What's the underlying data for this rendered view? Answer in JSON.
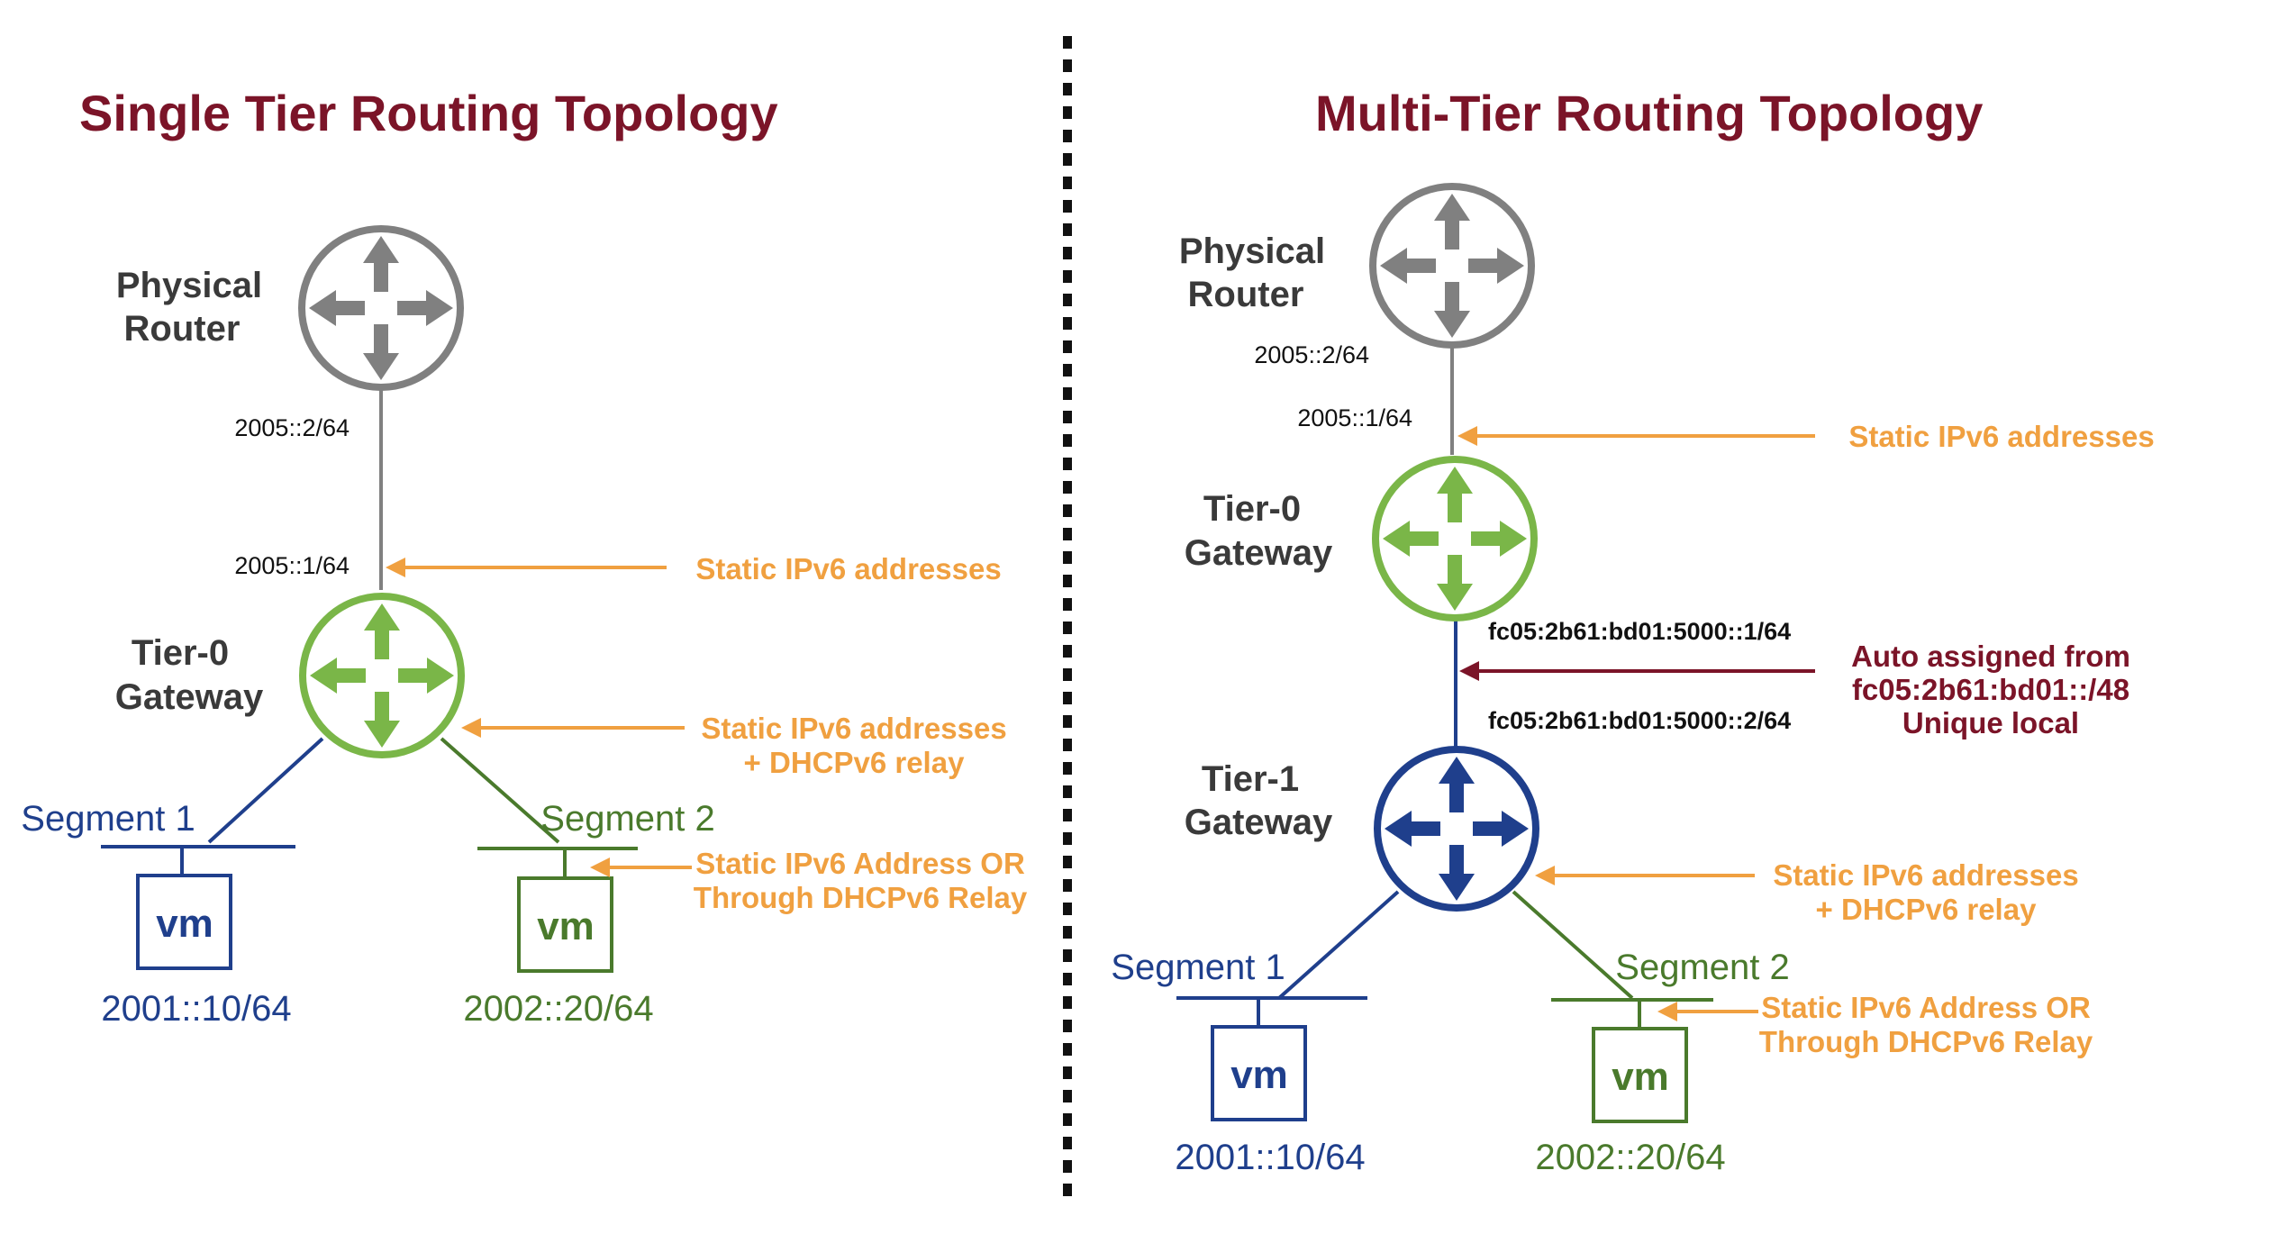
{
  "colors": {
    "title": "#7b1428",
    "gray": "#808080",
    "green": "#7ab648",
    "dark_green": "#4a7a2c",
    "blue": "#1f3f8c",
    "orange": "#f0a040",
    "maroon": "#7b1428"
  },
  "icons": {
    "router": "router-arrows-icon",
    "vm": "vm-box-icon"
  },
  "single": {
    "title": "Single Tier Routing Topology",
    "physical_router": [
      "Physical",
      "Router"
    ],
    "uplink_top_addr": "2005::2/64",
    "uplink_bottom_addr": "2005::1/64",
    "uplink_note": "Static IPv6 addresses",
    "tier0": [
      "Tier-0",
      "Gateway"
    ],
    "tier0_note": [
      "Static IPv6 addresses",
      "+ DHCPv6 relay"
    ],
    "segment1": "Segment 1",
    "segment2": "Segment 2",
    "vm_label": "vm",
    "vm_note": [
      "Static IPv6 Address OR",
      "Through DHCPv6 Relay"
    ],
    "vm1_ip": "2001::10/64",
    "vm2_ip": "2002::20/64"
  },
  "multi": {
    "title": "Multi-Tier Routing Topology",
    "physical_router": [
      "Physical",
      "Router"
    ],
    "uplink_top_addr": "2005::2/64",
    "uplink_bottom_addr": "2005::1/64",
    "uplink_note": "Static IPv6 addresses",
    "tier0": [
      "Tier-0",
      "Gateway"
    ],
    "link_top_addr": "fc05:2b61:bd01:5000::1/64",
    "link_bottom_addr": "fc05:2b61:bd01:5000::2/64",
    "auto_note": [
      "Auto assigned from",
      "fc05:2b61:bd01::/48",
      "Unique local"
    ],
    "tier1": [
      "Tier-1",
      "Gateway"
    ],
    "tier1_note": [
      "Static IPv6 addresses",
      "+ DHCPv6 relay"
    ],
    "segment1": "Segment 1",
    "segment2": "Segment 2",
    "vm_label": "vm",
    "vm_note": [
      "Static IPv6 Address OR",
      "Through DHCPv6 Relay"
    ],
    "vm1_ip": "2001::10/64",
    "vm2_ip": "2002::20/64"
  }
}
